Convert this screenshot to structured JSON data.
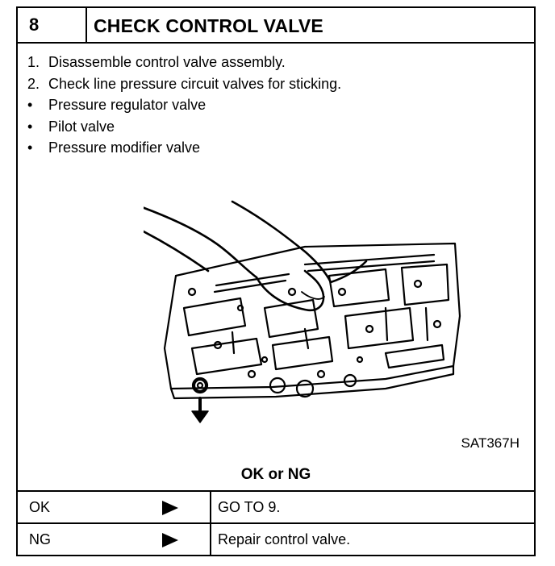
{
  "step": {
    "number": "8",
    "title": "CHECK CONTROL VALVE"
  },
  "instructions": [
    {
      "marker": "1.",
      "text": "Disassemble control valve assembly."
    },
    {
      "marker": "2.",
      "text": "Check line pressure circuit valves for sticking."
    },
    {
      "marker": "•",
      "text": "Pressure regulator valve"
    },
    {
      "marker": "•",
      "text": "Pilot valve"
    },
    {
      "marker": "•",
      "text": "Pressure modifier valve"
    }
  ],
  "figure": {
    "id": "SAT367H"
  },
  "decision": {
    "prompt": "OK or NG",
    "rows": [
      {
        "label": "OK",
        "result": "GO TO 9."
      },
      {
        "label": "NG",
        "result": "Repair control valve."
      }
    ]
  }
}
